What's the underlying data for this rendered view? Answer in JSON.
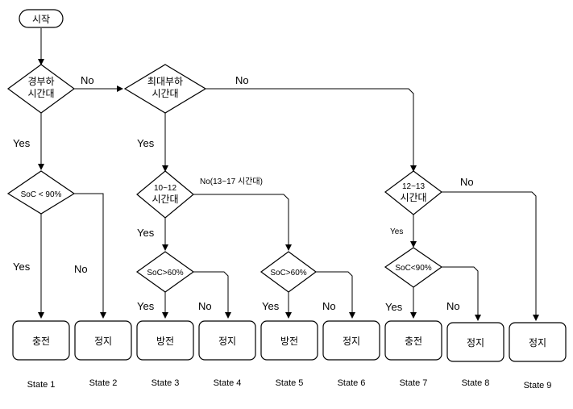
{
  "start": "시작",
  "decisions": {
    "light_load": [
      "경부하",
      "시간대"
    ],
    "max_load": [
      "최대부하",
      "시간대"
    ],
    "soc_lt_90": [
      "SoC < 90%"
    ],
    "time_10_12": [
      "10~12",
      "시간대"
    ],
    "soc_gt_60_a": [
      "SoC>60%"
    ],
    "soc_gt_60_b": [
      "SoC>60%"
    ],
    "time_12_13": [
      "12~13",
      "시간대"
    ],
    "soc_lt_90_b": [
      "SoC<90%"
    ]
  },
  "labels": {
    "yes": "Yes",
    "no": "No",
    "no_13_17": "No(13~17 시간대)"
  },
  "actions": [
    "충전",
    "정지",
    "방전",
    "정지",
    "방전",
    "정지",
    "충전",
    "정지",
    "정지"
  ],
  "states": [
    "State 1",
    "State 2",
    "State 3",
    "State 4",
    "State 5",
    "State 6",
    "State 7",
    "State 8",
    "State 9"
  ]
}
